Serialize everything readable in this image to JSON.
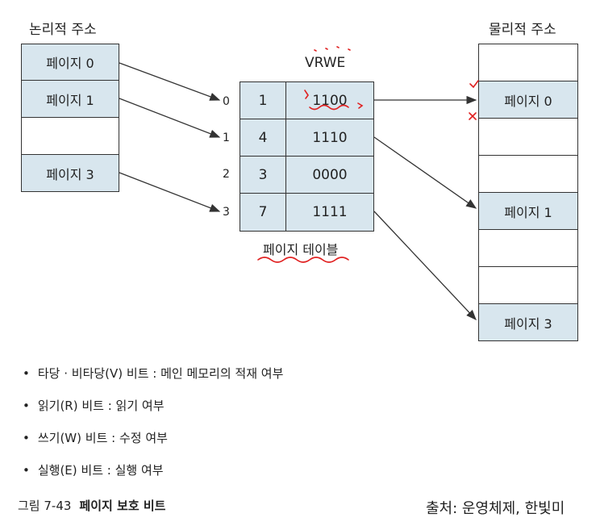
{
  "logical": {
    "title": "논리적 주소",
    "pages": [
      "페이지 0",
      "페이지 1",
      "",
      "페이지 3"
    ]
  },
  "table": {
    "header": "VRWE",
    "indices": [
      "0",
      "1",
      "2",
      "3"
    ],
    "rows": [
      {
        "frame": "1",
        "bits": "1100"
      },
      {
        "frame": "4",
        "bits": "1110"
      },
      {
        "frame": "3",
        "bits": "0000"
      },
      {
        "frame": "7",
        "bits": "1111"
      }
    ],
    "caption": "페이지 테이블"
  },
  "physical": {
    "title": "물리적 주소",
    "frames": [
      "",
      "페이지 0",
      "",
      "",
      "페이지 1",
      "",
      "",
      "페이지 3"
    ]
  },
  "bullets": [
    "타당 · 비타당(V) 비트 : 메인 메모리의 적재 여부",
    "읽기(R) 비트 : 읽기 여부",
    "쓰기(W) 비트 : 수정 여부",
    "실행(E) 비트 : 실행 여부"
  ],
  "figure": {
    "number": "그림 7-43",
    "title": "페이지 보호 비트"
  },
  "source": "출처: 운영체제, 한빛미",
  "colors": {
    "cell_fill": "#d8e6ee",
    "annotation_red": "#e02020",
    "line": "#333333"
  }
}
